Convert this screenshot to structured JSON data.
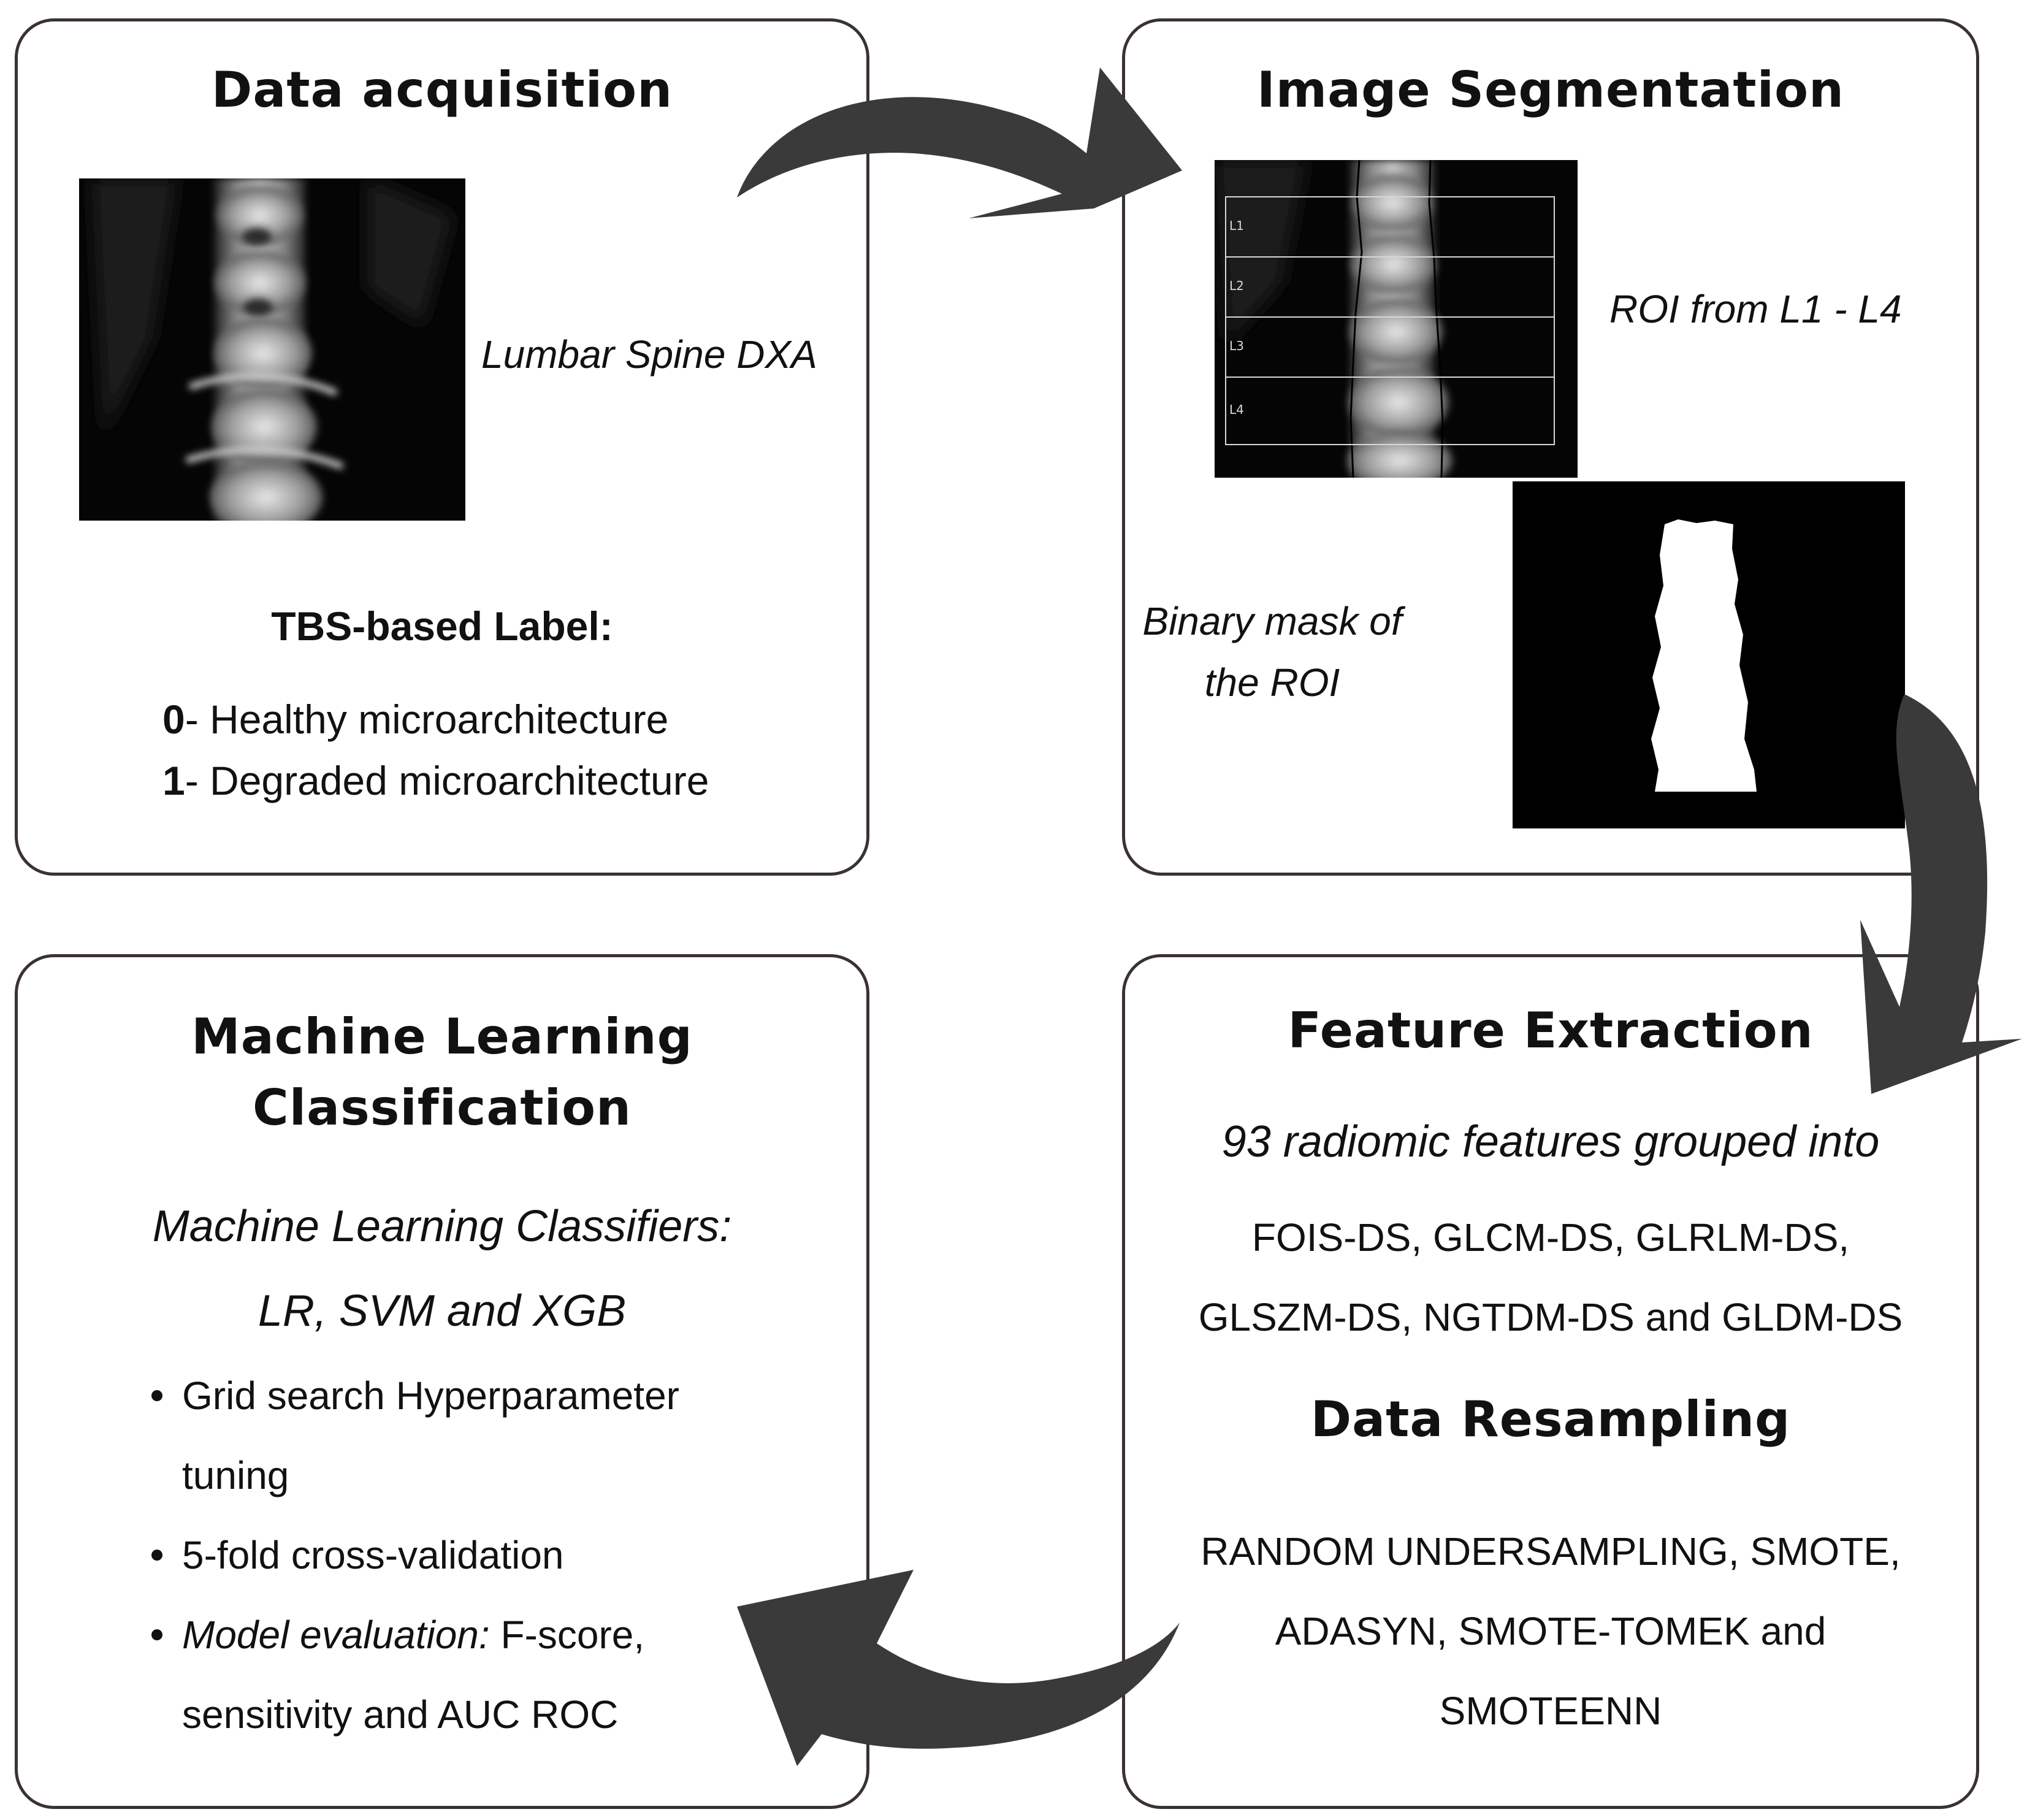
{
  "colors": {
    "border": "#3a3232",
    "arrow": "#3a3a3a",
    "text": "#111111",
    "background": "#ffffff"
  },
  "data_acquisition": {
    "title": "Data acquisition",
    "image_caption": "Lumbar Spine DXA",
    "label_heading": "TBS-based Label:",
    "labels": [
      {
        "code": "0",
        "text": "- Healthy microarchitecture"
      },
      {
        "code": "1",
        "text": "- Degraded microarchitecture"
      }
    ]
  },
  "image_segmentation": {
    "title": "Image Segmentation",
    "roi_caption": "ROI from L1 - L4",
    "vertebra_labels": [
      "L1",
      "L2",
      "L3",
      "L4"
    ],
    "mask_caption_line1": "Binary mask of",
    "mask_caption_line2": "the ROI"
  },
  "feature_extraction": {
    "title": "Feature Extraction",
    "subtitle": "93 radiomic features grouped into",
    "groups_line1": "FOIS-DS, GLCM-DS, GLRLM-DS,",
    "groups_line2": "GLSZM-DS, NGTDM-DS and GLDM-DS",
    "resampling_title": "Data Resampling",
    "resampling_line1": "RANDOM UNDERSAMPLING, SMOTE,",
    "resampling_line2": "ADASYN, SMOTE-TOMEK and",
    "resampling_line3": "SMOTEENN"
  },
  "ml_classification": {
    "title_line1": "Machine Learning",
    "title_line2": "Classification",
    "classifiers_line1": "Machine Learning Classifiers:",
    "classifiers_line2": "LR, SVM and XGB",
    "bullet1_line1": "Grid search Hyperparameter",
    "bullet1_line2": "tuning",
    "bullet2": "5-fold cross-validation",
    "bullet3_italic": "Model evaluation:",
    "bullet3_rest": " F-score,",
    "bullet3_line2": "sensitivity and AUC ROC"
  }
}
